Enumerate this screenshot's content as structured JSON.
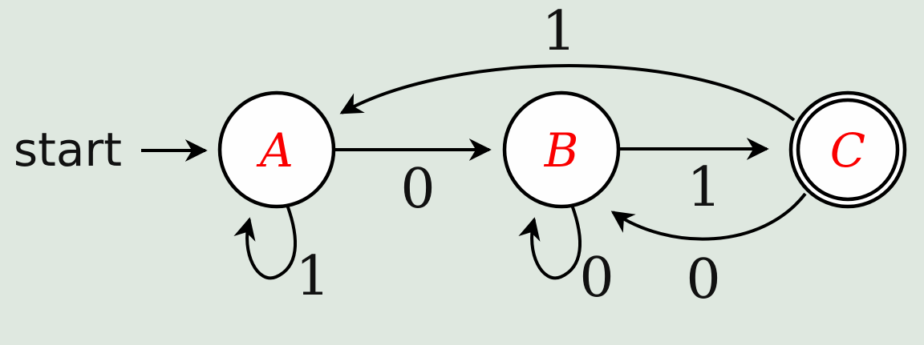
{
  "diagram": {
    "type": "finite-state-automaton",
    "start_label": "start",
    "alphabet": [
      "0",
      "1"
    ],
    "states": [
      {
        "id": "A",
        "label": "A",
        "accepting": false,
        "initial": true
      },
      {
        "id": "B",
        "label": "B",
        "accepting": false,
        "initial": false
      },
      {
        "id": "C",
        "label": "C",
        "accepting": true,
        "initial": false
      }
    ],
    "transitions": [
      {
        "from": "A",
        "to": "A",
        "symbol": "1"
      },
      {
        "from": "A",
        "to": "B",
        "symbol": "0"
      },
      {
        "from": "B",
        "to": "B",
        "symbol": "0"
      },
      {
        "from": "B",
        "to": "C",
        "symbol": "1"
      },
      {
        "from": "C",
        "to": "A",
        "symbol": "1"
      },
      {
        "from": "C",
        "to": "B",
        "symbol": "0"
      }
    ],
    "colors": {
      "background": "#dfe8e0",
      "stroke": "#000000",
      "state_fill": "#fefefe",
      "state_label": "#fa0000",
      "edge_label": "#111111"
    }
  }
}
